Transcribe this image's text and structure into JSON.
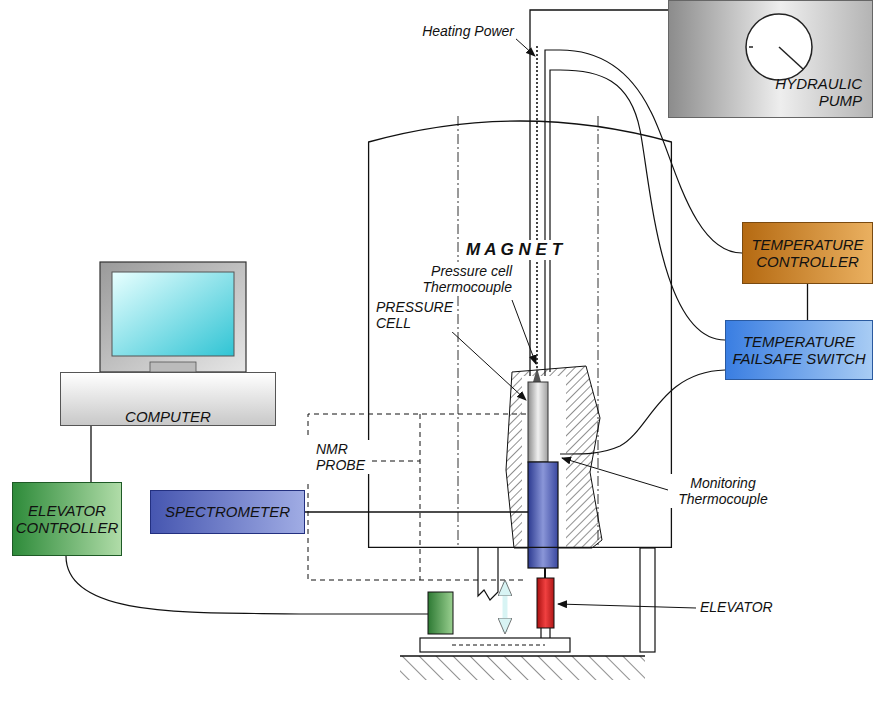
{
  "diagram": {
    "nodes": [
      {
        "text": [
          "HYDRAULIC PUMP"
        ]
      },
      {
        "text": [
          "M A G N E T"
        ]
      },
      {
        "text": [
          "COMPUTER"
        ]
      },
      {
        "text": [
          "TEMPERATURE CONTROLLER"
        ]
      },
      {
        "text": [
          "TEMPERATURE FAILSAFE SWITCH"
        ]
      },
      {
        "text": [
          "ELEVATOR CONTROLLER"
        ]
      },
      {
        "text": [
          "SPECTROMETER"
        ]
      }
    ],
    "edges": [
      {
        "from": 2,
        "to": 5,
        "arrow": "none"
      },
      {
        "from": 3,
        "to": 4,
        "arrow": "none"
      }
    ],
    "labels": [
      "Heating Power",
      "Pressure cell Thermocouple",
      "PRESSURE CELL",
      "NMR PROBE",
      "Monitoring Thermocouple",
      "ELEVATOR"
    ]
  }
}
